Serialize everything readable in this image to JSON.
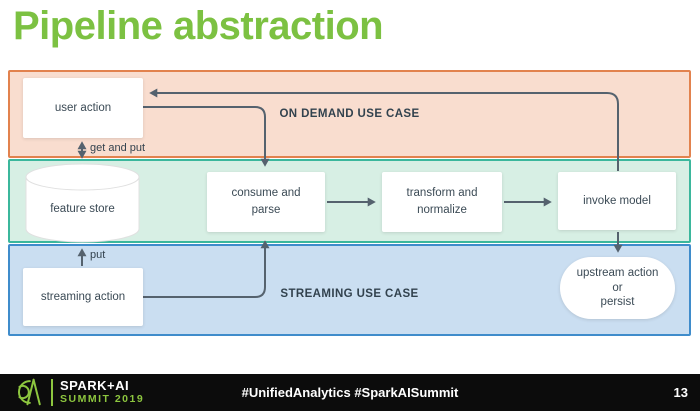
{
  "title": "Pipeline abstraction",
  "bands": {
    "on_demand_label": "ON DEMAND USE CASE",
    "streaming_label": "STREAMING USE CASE"
  },
  "nodes": {
    "user_action": "user action",
    "feature_store": "feature store",
    "consume_parse": "consume and\nparse",
    "transform_normalize": "transform and\nnormalize",
    "invoke_model": "invoke model",
    "streaming_action": "streaming action",
    "upstream_persist": "upstream action\nor\npersist"
  },
  "edge_labels": {
    "get_and_put": "get and put",
    "put": "put"
  },
  "footer": {
    "brand_line1": "SPARK+AI",
    "brand_line2": "SUMMIT 2019",
    "hashtags": "#UnifiedAnalytics #SparkAISummit",
    "page_number": "13"
  },
  "colors": {
    "title_green": "#7cc142",
    "on_demand_fill": "#f9ddcf",
    "on_demand_border": "#e2824e",
    "feature_fill": "#d7efe4",
    "feature_border": "#3bb79c",
    "streaming_fill": "#cadef1",
    "streaming_border": "#3f8ccb",
    "arrow_gray": "#55626e",
    "brand_green": "#8dc63f"
  }
}
